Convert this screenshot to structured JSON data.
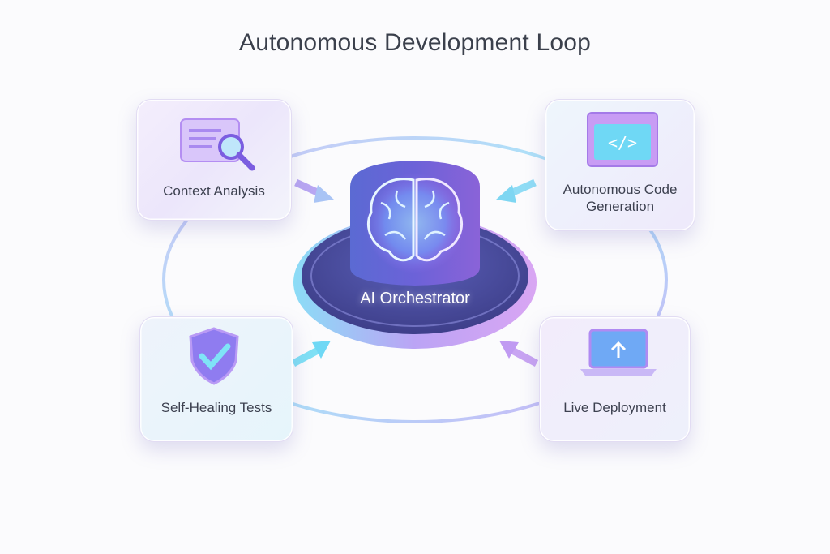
{
  "title": "Autonomous Development Loop",
  "center": {
    "label": "AI Orchestrator",
    "icon": "brain-icon"
  },
  "nodes": [
    {
      "label": "Context Analysis",
      "icon": "document-search-icon"
    },
    {
      "label": "Autonomous Code Generation",
      "icon": "code-window-icon"
    },
    {
      "label": "Self-Healing Tests",
      "icon": "shield-check-icon"
    },
    {
      "label": "Live Deployment",
      "icon": "laptop-upload-icon"
    }
  ],
  "colors": {
    "cyan": "#5fd8f5",
    "purple": "#b07cf2",
    "dark": "#3b404c"
  }
}
